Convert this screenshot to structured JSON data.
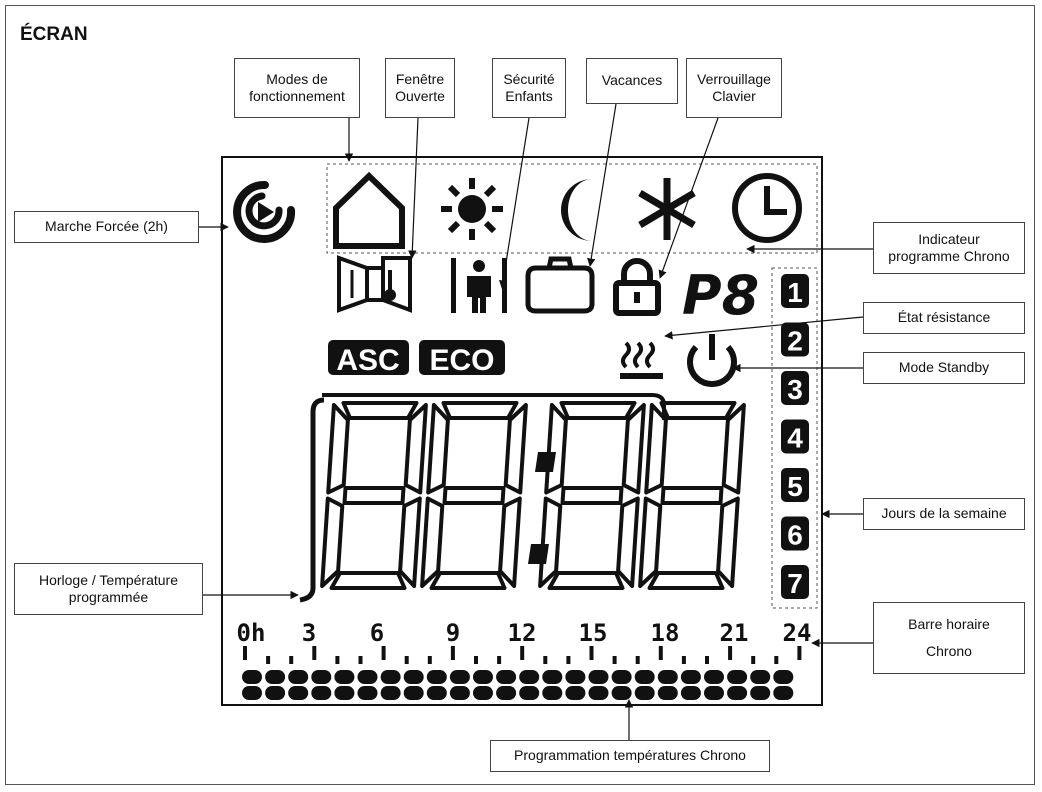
{
  "title": "ÉCRAN",
  "labels": {
    "modes": [
      "Modes de",
      "fonctionnement"
    ],
    "fenetre": [
      "Fenêtre",
      "Ouverte"
    ],
    "securite": [
      "Sécurité",
      "Enfants"
    ],
    "vacances": [
      "Vacances"
    ],
    "verrouillage": [
      "Verrouillage",
      "Clavier"
    ],
    "marche": [
      "Marche Forcée (2h)"
    ],
    "indicateur": [
      "Indicateur",
      "programme Chrono"
    ],
    "etat": [
      "État résistance"
    ],
    "standby": [
      "Mode Standby"
    ],
    "jours": [
      "Jours de la semaine"
    ],
    "horloge": [
      "Horloge / Température",
      "programmée"
    ],
    "barre": [
      "Barre horaire",
      "Chrono"
    ],
    "programmation": [
      "Programmation températures Chrono"
    ]
  },
  "lcd": {
    "asc": "ASC",
    "eco": "ECO",
    "program": "P8",
    "days": [
      "1",
      "2",
      "3",
      "4",
      "5",
      "6",
      "7"
    ],
    "hours": [
      "0h",
      "3",
      "6",
      "9",
      "12",
      "15",
      "18",
      "21",
      "24"
    ],
    "bar_segments": 24
  },
  "icons": [
    "forced-run-icon",
    "home-icon",
    "sun-icon",
    "moon-icon",
    "snowflake-icon",
    "clock-icon",
    "open-window-icon",
    "child-lock-icon",
    "suitcase-icon",
    "padlock-icon",
    "heating-icon",
    "power-icon"
  ]
}
